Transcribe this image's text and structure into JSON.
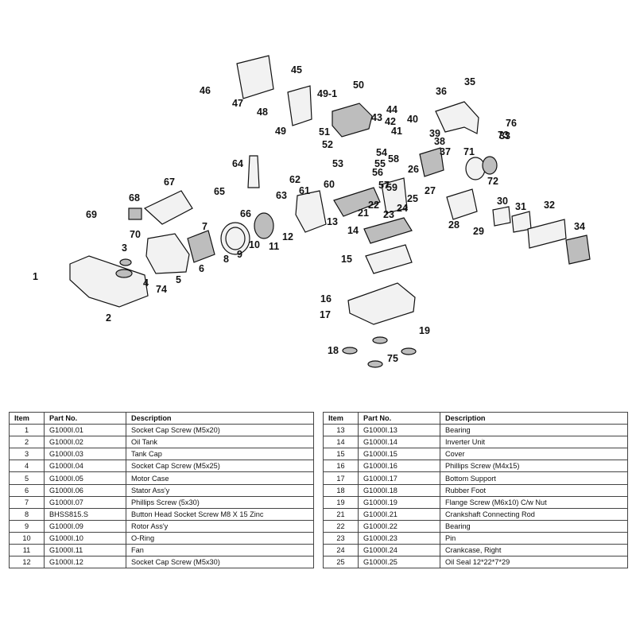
{
  "callouts": [
    "1",
    "2",
    "3",
    "4",
    "5",
    "6",
    "7",
    "8",
    "9",
    "10",
    "11",
    "12",
    "13",
    "14",
    "15",
    "16",
    "17",
    "18",
    "19",
    "21",
    "22",
    "23",
    "24",
    "25",
    "26",
    "27",
    "28",
    "29",
    "30",
    "31",
    "32",
    "33",
    "34",
    "35",
    "36",
    "37",
    "38",
    "39",
    "40",
    "41",
    "42",
    "43",
    "44",
    "45",
    "46",
    "47",
    "48",
    "49",
    "49-1",
    "50",
    "51",
    "52",
    "53",
    "54",
    "55",
    "56",
    "57",
    "58",
    "59",
    "60",
    "61",
    "62",
    "63",
    "64",
    "65",
    "66",
    "67",
    "68",
    "69",
    "70",
    "71",
    "72",
    "73",
    "74",
    "75",
    "76"
  ],
  "table": {
    "headers": {
      "item": "Item",
      "part_no": "Part No.",
      "description": "Description"
    },
    "left": [
      {
        "item": "1",
        "part": "G1000I.01",
        "desc": "Socket Cap Screw (M5x20)"
      },
      {
        "item": "2",
        "part": "G1000I.02",
        "desc": "Oil Tank"
      },
      {
        "item": "3",
        "part": "G1000I.03",
        "desc": "Tank Cap"
      },
      {
        "item": "4",
        "part": "G1000I.04",
        "desc": "Socket Cap Screw (M5x25)"
      },
      {
        "item": "5",
        "part": "G1000I.05",
        "desc": "Motor Case"
      },
      {
        "item": "6",
        "part": "G1000I.06",
        "desc": "Stator Ass'y"
      },
      {
        "item": "7",
        "part": "G1000I.07",
        "desc": "Phillips Screw (5x30)"
      },
      {
        "item": "8",
        "part": "BHSS815.S",
        "desc": "Button Head Socket Screw M8 X 15 Zinc"
      },
      {
        "item": "9",
        "part": "G1000I.09",
        "desc": "Rotor Ass'y"
      },
      {
        "item": "10",
        "part": "G1000I.10",
        "desc": "O-Ring"
      },
      {
        "item": "11",
        "part": "G1000I.11",
        "desc": "Fan"
      },
      {
        "item": "12",
        "part": "G1000I.12",
        "desc": "Socket Cap Screw (M5x30)"
      }
    ],
    "right": [
      {
        "item": "13",
        "part": "G1000I.13",
        "desc": "Bearing"
      },
      {
        "item": "14",
        "part": "G1000I.14",
        "desc": "Inverter Unit"
      },
      {
        "item": "15",
        "part": "G1000I.15",
        "desc": "Cover"
      },
      {
        "item": "16",
        "part": "G1000I.16",
        "desc": "Phillips Screw (M4x15)"
      },
      {
        "item": "17",
        "part": "G1000I.17",
        "desc": "Bottom Support"
      },
      {
        "item": "18",
        "part": "G1000I.18",
        "desc": "Rubber Foot"
      },
      {
        "item": "19",
        "part": "G1000I.19",
        "desc": "Flange Screw (M6x10) C/w Nut"
      },
      {
        "item": "21",
        "part": "G1000I.21",
        "desc": "Crankshaft Connecting Rod"
      },
      {
        "item": "22",
        "part": "G1000I.22",
        "desc": "Bearing"
      },
      {
        "item": "23",
        "part": "G1000I.23",
        "desc": "Pin"
      },
      {
        "item": "24",
        "part": "G1000I.24",
        "desc": "Crankcase, Right"
      },
      {
        "item": "25",
        "part": "G1000I.25",
        "desc": "Oil Seal 12*22*7*29"
      }
    ]
  }
}
